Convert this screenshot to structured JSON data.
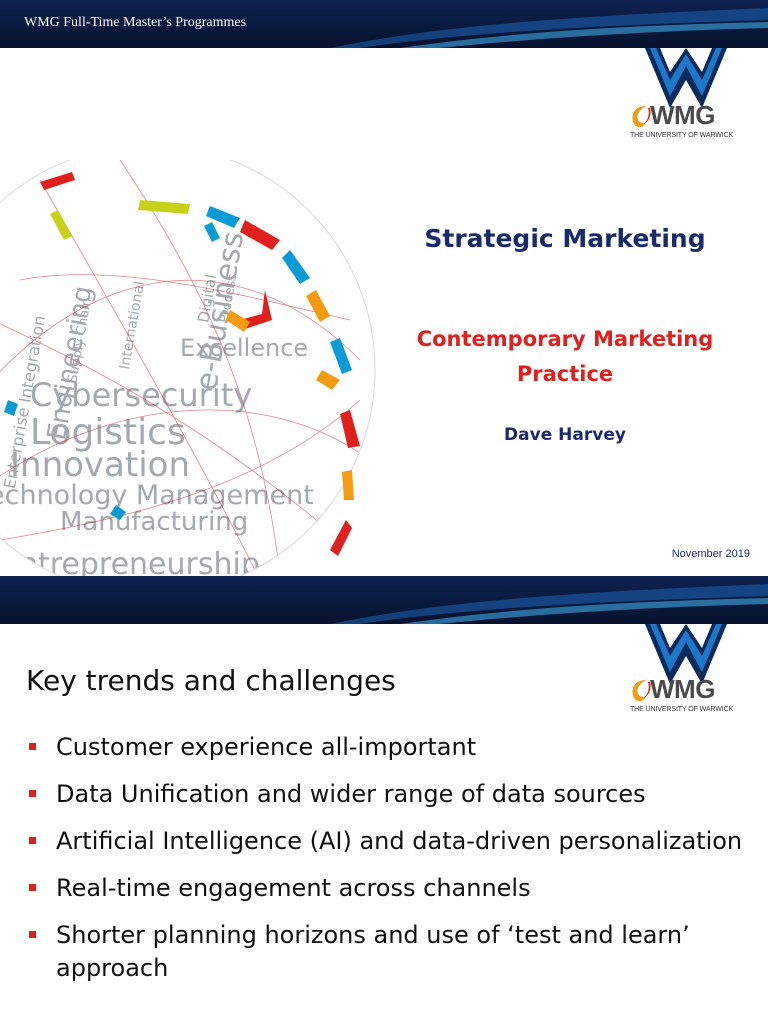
{
  "slide1": {
    "banner_text": "WMG Full-Time Master’s Programmes",
    "logo": {
      "word": "WMG",
      "subtext": "THE UNIVERSITY OF WARWICK"
    },
    "title": "Strategic Marketing",
    "subtitle_line1": "Contemporary Marketing",
    "subtitle_line2": "Practice",
    "author": "Dave Harvey",
    "date": "November 2019",
    "globe_words": [
      "Cybersecurity",
      "Logistics",
      "Innovation",
      "echnology Management",
      "Manufacturing",
      "Entrepreneurship",
      "e-Business",
      "Excellence",
      "Engineering",
      "Digital",
      "Process",
      "Supply Chain",
      "International",
      "Enterprise Integration"
    ]
  },
  "slide2": {
    "logo": {
      "word": "WMG",
      "subtext": "THE UNIVERSITY OF WARWICK"
    },
    "title": "Key trends and challenges",
    "bullets": [
      "Customer experience all-important",
      "Data Unification and wider range of data sources",
      "Artificial Intelligence (AI) and data-driven personalization",
      "Real-time engagement across channels",
      "Shorter planning horizons and use of ‘test and learn’ approach"
    ]
  },
  "colors": {
    "navy": "#1a2a6c",
    "red": "#e0201c",
    "banner": "#0a1a3d",
    "accent_blue": "#0a9ad6"
  }
}
